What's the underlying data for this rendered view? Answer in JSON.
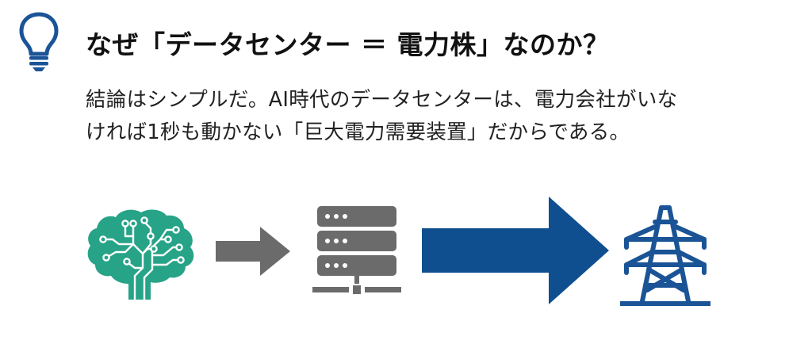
{
  "header": {
    "icon": "lightbulb-icon",
    "title": "なぜ「データセンター ＝ 電力株」なのか？"
  },
  "body": {
    "lines": [
      "結論はシンプルだ。AI時代のデータセンターは、電力会社がいな",
      "ければ1秒も動かない「巨大電力需要装置」だからである。"
    ]
  },
  "diagram": {
    "steps": [
      {
        "icon": "ai-brain-circuit-icon"
      },
      {
        "icon": "arrow-right-icon"
      },
      {
        "icon": "server-rack-icon"
      },
      {
        "icon": "arrow-right-large-icon"
      },
      {
        "icon": "power-transmission-tower-icon"
      }
    ]
  },
  "colors": {
    "accent_blue": "#0f4f8f",
    "teal": "#27a387",
    "gray": "#6b6b6b",
    "text": "#111111"
  }
}
